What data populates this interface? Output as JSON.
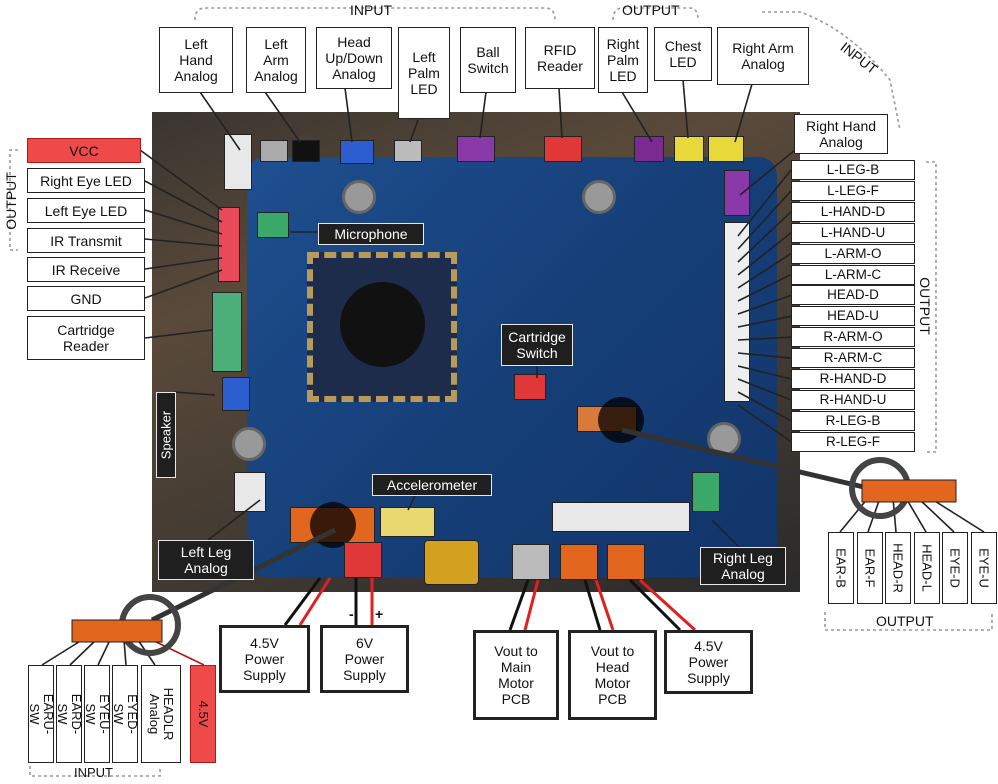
{
  "groups": {
    "input_top": "INPUT",
    "output_top": "OUTPUT",
    "input_right": "INPUT",
    "output_left": "OUTPUT",
    "output_right": "OUTPUT",
    "output_bottom_right": "OUTPUT",
    "input_bottom_left": "INPUT"
  },
  "top_labels": {
    "left_hand_analog": "Left\nHand\nAnalog",
    "left_arm_analog": "Left\nArm\nAnalog",
    "head_updown_analog": "Head\nUp/Down\nAnalog",
    "left_palm_led": "Left\nPalm\nLED",
    "ball_switch": "Ball\nSwitch",
    "rfid_reader": "RFID\nReader",
    "right_palm_led": "Right\nPalm\nLED",
    "chest_led": "Chest\nLED",
    "right_arm_analog": "Right Arm\nAnalog"
  },
  "left_labels": {
    "vcc": "VCC",
    "right_eye_led": "Right Eye LED",
    "left_eye_led": "Left Eye LED",
    "ir_transmit": "IR Transmit",
    "ir_receive": "IR Receive",
    "gnd": "GND",
    "cartridge_reader": "Cartridge\nReader"
  },
  "right_labels": {
    "right_hand_analog": "Right Hand\nAnalog",
    "pins": [
      "L-LEG-B",
      "L-LEG-F",
      "L-HAND-D",
      "L-HAND-U",
      "L-ARM-O",
      "L-ARM-C",
      "HEAD-D",
      "HEAD-U",
      "R-ARM-O",
      "R-ARM-C",
      "R-HAND-D",
      "R-HAND-U",
      "R-LEG-B",
      "R-LEG-F"
    ]
  },
  "board_labels": {
    "microphone": "Microphone",
    "cartridge_switch": "Cartridge\nSwitch",
    "speaker": "Speaker",
    "accelerometer": "Accelerometer",
    "left_leg_analog": "Left\nLeg\nAnalog",
    "right_leg_analog": "Right Leg\nAnalog"
  },
  "bottom_labels": {
    "supply_45_left": "4.5V\nPower\nSupply",
    "supply_6v": "6V\nPower\nSupply",
    "vout_main": "Vout to\nMain\nMotor\nPCB",
    "vout_head": "Vout to\nHead\nMotor\nPCB",
    "supply_45_right": "4.5V\nPower\nSupply",
    "minus": "-",
    "plus": "+"
  },
  "right_connector_pins": [
    "EAR-B",
    "EAR-F",
    "HEAD-R",
    "HEAD-L",
    "EYE-D",
    "EYE-U"
  ],
  "left_connector_pins": [
    "EARU-SW",
    "EARD-SW",
    "EYEU-SW",
    "EYED-SW",
    "HEADLR\nAnalog",
    "4.5V"
  ],
  "colors": {
    "red_label": "#ee4a4a",
    "wire_red": "#e02020",
    "connector_orange": "#e2661e"
  }
}
